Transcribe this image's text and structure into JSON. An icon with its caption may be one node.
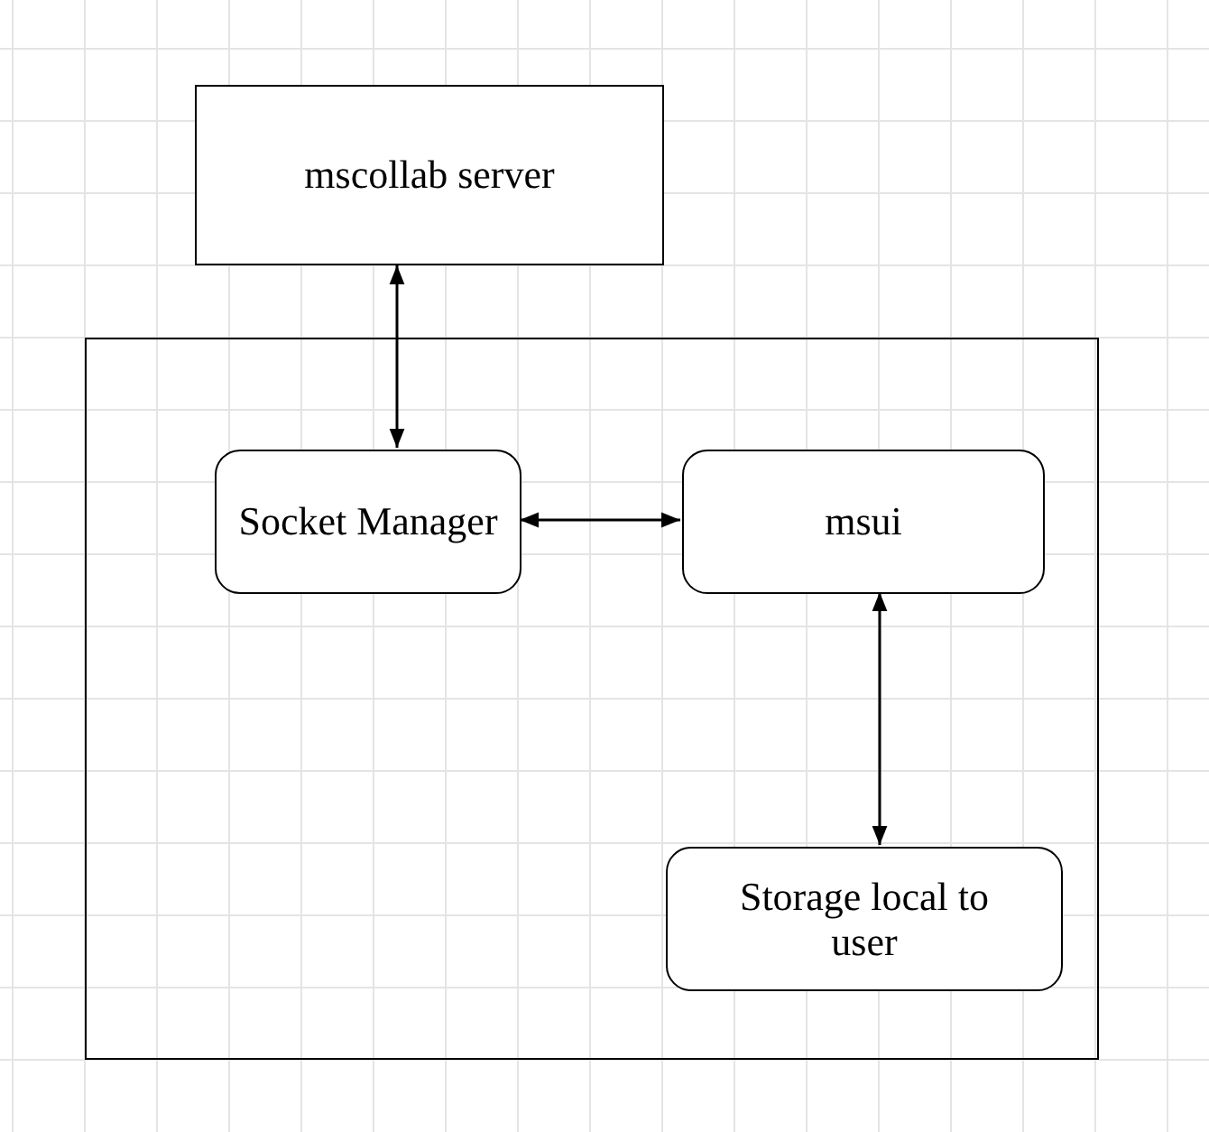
{
  "diagram": {
    "nodes": [
      {
        "text": [
          "mscollab server"
        ]
      },
      {
        "text": [],
        "shape": "box"
      },
      {
        "text": [
          "Socket Manager"
        ],
        "in": 1
      },
      {
        "text": [
          "msui"
        ],
        "in": 1
      },
      {
        "text": [
          "Storage local to user"
        ],
        "in": 1
      }
    ],
    "edges": [
      {
        "from": 0,
        "to": 2,
        "arrow": "both"
      },
      {
        "from": 2,
        "to": 3,
        "arrow": "both"
      },
      {
        "from": 3,
        "to": 4,
        "arrow": "both"
      }
    ]
  }
}
